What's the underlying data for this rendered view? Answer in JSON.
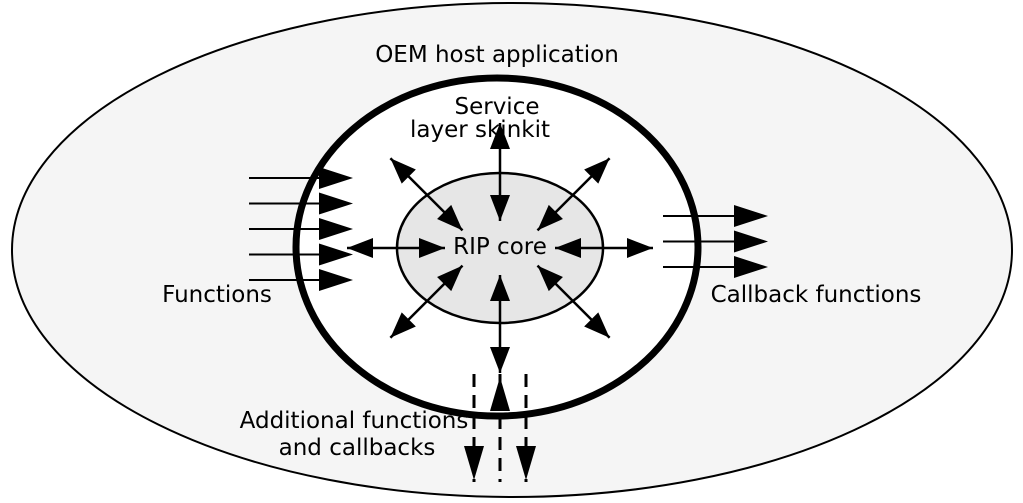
{
  "diagram": {
    "type": "nested-layers",
    "colors": {
      "outer_fill": "#f5f5f5",
      "service_fill": "#ffffff",
      "core_fill": "#e6e6e6",
      "stroke": "#000000"
    },
    "layers": {
      "outer": {
        "label": "OEM host application"
      },
      "service": {
        "label_line1": "Service",
        "label_line2": "layer skinkit"
      },
      "core": {
        "label": "RIP core"
      }
    },
    "labels": {
      "functions": "Functions",
      "callback_functions": "Callback functions",
      "additional_line1": "Additional functions",
      "additional_line2": "and callbacks"
    },
    "inputs": {
      "count": 5,
      "label": "Functions",
      "direction": "into service layer"
    },
    "outputs": {
      "count": 3,
      "label": "Callback functions",
      "direction": "out of service layer"
    },
    "core_connections": {
      "count": 8,
      "style": "bidirectional"
    },
    "additional": {
      "dashed_lines": 3,
      "style": "dashed",
      "directions": [
        "down",
        "up",
        "down"
      ]
    }
  }
}
